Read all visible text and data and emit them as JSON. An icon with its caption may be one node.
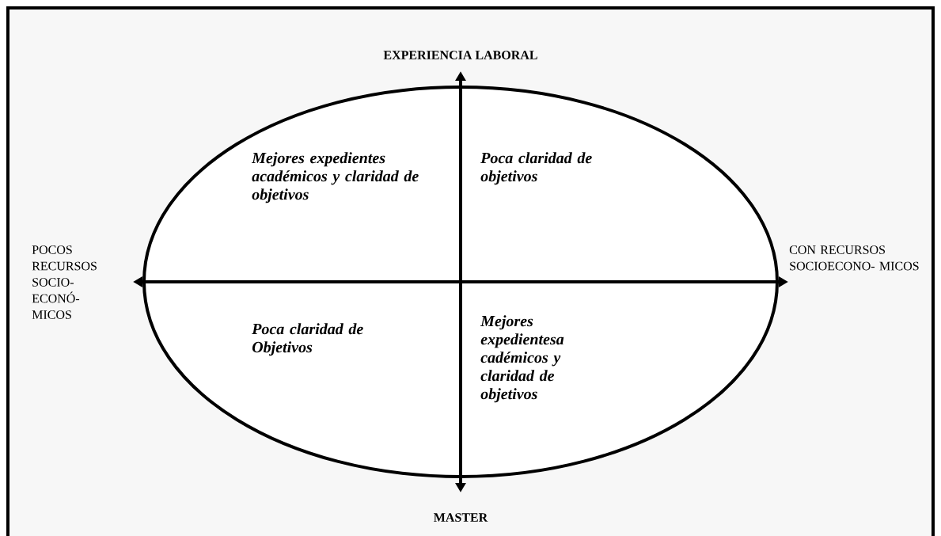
{
  "diagram": {
    "nodes": [
      {
        "text": [
          "Mejores expedientes académicos  y claridad de objetivos",
          "Poca claridad de objetivos",
          "Poca claridad de Objetivos",
          "Mejores expedientesa cadémicos y claridad de objetivos"
        ]
      }
    ],
    "labels": [
      "EXPERIENCIA LABORAL",
      "POCOS RECURSOS SOCIO- ECONÓ- MICOS",
      "CON RECURSOS SOCIOECONO- MICOS",
      "MASTER"
    ]
  }
}
